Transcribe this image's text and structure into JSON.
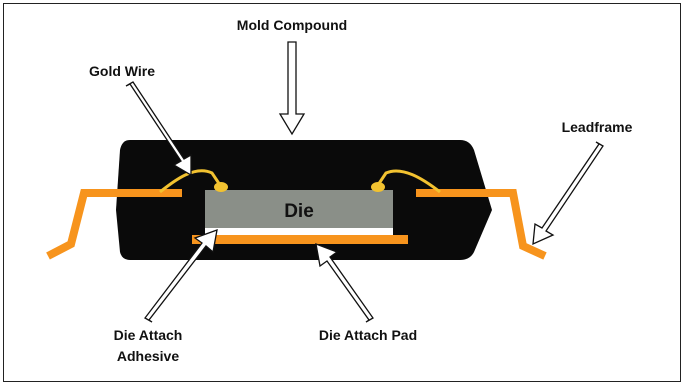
{
  "diagram": {
    "labels": {
      "mold_compound": "Mold Compound",
      "gold_wire": "Gold Wire",
      "leadframe": "Leadframe",
      "die": "Die",
      "die_attach_adhesive_line1": "Die Attach",
      "die_attach_adhesive_line2": "Adhesive",
      "die_attach_pad": "Die Attach Pad"
    },
    "colors": {
      "mold": "#0a0a0a",
      "leadframe": "#f7941d",
      "wire": "#f2c230",
      "die": "#8a8f88",
      "adhesive": "#ffffff",
      "arrow_fill": "#ffffff",
      "arrow_stroke": "#111111"
    }
  }
}
